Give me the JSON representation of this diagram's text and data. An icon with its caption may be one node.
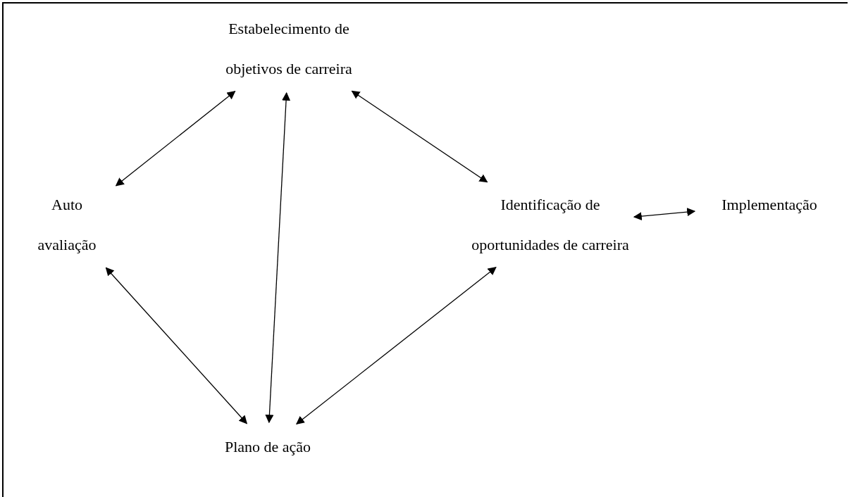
{
  "diagram": {
    "nodes": [
      {
        "text": [
          "Estabelecimento de objetivos de carreira"
        ]
      },
      {
        "text": [
          "Auto avaliação"
        ]
      },
      {
        "text": [
          "Identificação de oportunidades de carreira"
        ]
      },
      {
        "text": [
          "Implementação"
        ]
      },
      {
        "text": [
          "Plano de ação"
        ]
      }
    ],
    "edges": [
      {
        "from": 0,
        "to": 1,
        "arrow": "both"
      },
      {
        "from": 0,
        "to": 2,
        "arrow": "both"
      },
      {
        "from": 0,
        "to": 4,
        "arrow": "both"
      },
      {
        "from": 1,
        "to": 4,
        "arrow": "both"
      },
      {
        "from": 2,
        "to": 4,
        "arrow": "both"
      },
      {
        "from": 2,
        "to": 3,
        "arrow": "both"
      }
    ]
  }
}
